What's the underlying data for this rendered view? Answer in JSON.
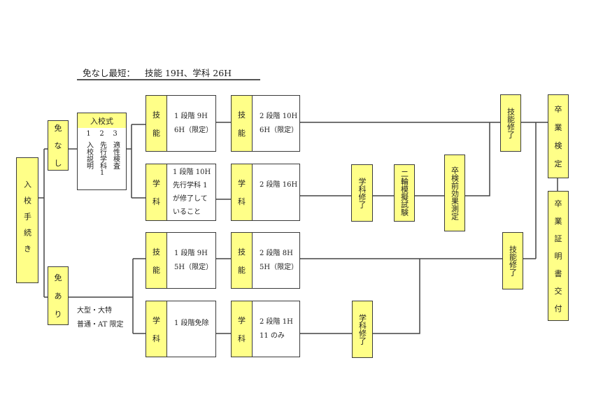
{
  "title": {
    "label": "免なし最短：",
    "detail": "技能 19H、学科 26H"
  },
  "colors": {
    "highlight": "#ffff88",
    "border": "#3a3a3a",
    "line": "#444444"
  },
  "start": {
    "label": "入校手続き",
    "chars": [
      "入",
      "校",
      "手",
      "続",
      "き"
    ]
  },
  "branches": {
    "no_license": {
      "chars": [
        "免",
        "な",
        "し"
      ]
    },
    "with_license": {
      "chars": [
        "免",
        "あ",
        "り"
      ],
      "note_line1": "大型・大特",
      "note_line2": "普通・AT 限定"
    }
  },
  "ceremony": {
    "header": "入校式",
    "numbers": [
      "1",
      "2",
      "3"
    ],
    "items": [
      "入校説明",
      "先行学科1",
      "適性検査"
    ]
  },
  "no_license_path": {
    "skill1": {
      "label": [
        "技",
        "能"
      ],
      "line1": "1 段階 9H",
      "line2": "6H（限定）"
    },
    "skill2": {
      "label": [
        "技",
        "能"
      ],
      "line1": "2 段階 10H",
      "line2": "6H（限定）"
    },
    "study1": {
      "label": [
        "学",
        "科"
      ],
      "line1": "1 段階 10H",
      "line2": "先行学科 1",
      "line3": "が修了して",
      "line4": "いること"
    },
    "study2": {
      "label": [
        "学",
        "科"
      ],
      "line1": "2 段階 16H"
    },
    "study_done": "学科修了",
    "two_wheel_sim": "二輪模擬試験",
    "pre_exam": "卒検前効果測定",
    "skill_done": "技能修了"
  },
  "with_license_path": {
    "skill1": {
      "label": [
        "技",
        "能"
      ],
      "line1": "1 段階 9H",
      "line2": "5H（限定）"
    },
    "skill2": {
      "label": [
        "技",
        "能"
      ],
      "line1": "2 段階 8H",
      "line2": "5H（限定）"
    },
    "study1": {
      "label": [
        "学",
        "科"
      ],
      "line1": "1 段階免除"
    },
    "study2": {
      "label": [
        "学",
        "科"
      ],
      "line1": "2 段階 1H",
      "line2": "11 のみ"
    },
    "study_done": "学科修了",
    "skill_done": "技能修了"
  },
  "graduation_exam": {
    "chars": [
      "卒",
      "業",
      "検",
      "定"
    ]
  },
  "certificate": {
    "chars": [
      "卒",
      "業",
      "証",
      "明",
      "書",
      "交",
      "付"
    ]
  }
}
